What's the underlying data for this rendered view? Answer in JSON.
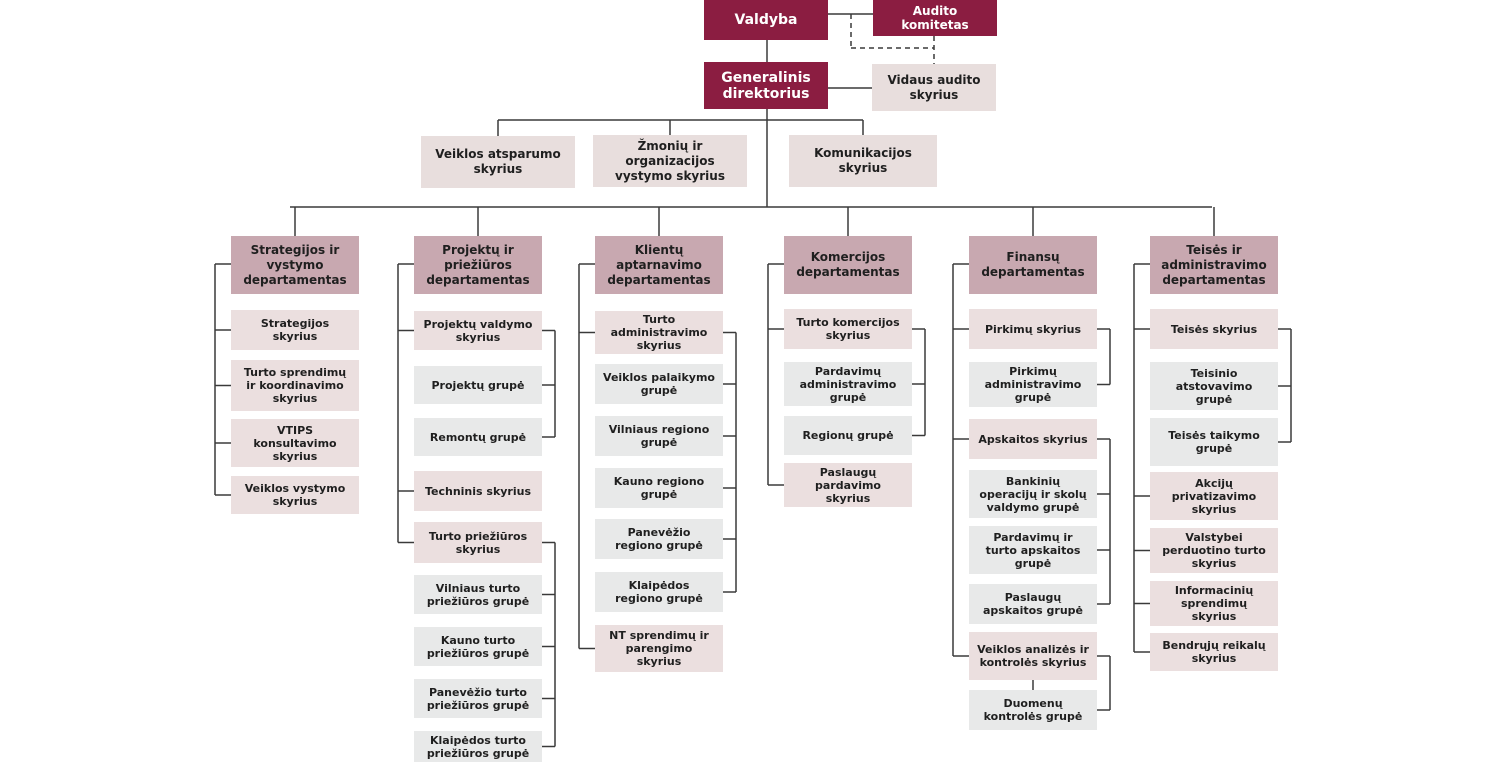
{
  "colors": {
    "top": "#8b1d41",
    "staff": "#e8dedd",
    "department": "#c8a8b0",
    "unit": "#ebdfdf",
    "group": "#e8e9e9",
    "line": "#3a3a3a"
  },
  "top": {
    "board": "Valdyba",
    "audit_committee": "Audito komitetas",
    "ceo": "Generalinis direktorius",
    "internal_audit": "Vidaus audito skyrius"
  },
  "staff_units": [
    "Veiklos atsparumo skyrius",
    "Žmonių ir organizacijos vystymo skyrius",
    "Komunikacijos skyrius"
  ],
  "departments": [
    {
      "name": "Strategijos ir vystymo departamentas",
      "units": [
        {
          "name": "Strategijos skyrius",
          "groups": []
        },
        {
          "name": "Turto sprendimų ir koordinavimo skyrius",
          "groups": []
        },
        {
          "name": "VTIPS konsultavimo skyrius",
          "groups": []
        },
        {
          "name": "Veiklos vystymo skyrius",
          "groups": []
        }
      ]
    },
    {
      "name": "Projektų ir priežiūros departamentas",
      "units": [
        {
          "name": "Projektų valdymo skyrius",
          "groups": [
            "Projektų grupė",
            "Remontų grupė"
          ]
        },
        {
          "name": "Techninis skyrius",
          "groups": []
        },
        {
          "name": "Turto priežiūros skyrius",
          "groups": [
            "Vilniaus turto priežiūros grupė",
            "Kauno turto priežiūros grupė",
            "Panevėžio turto priežiūros grupė",
            "Klaipėdos turto priežiūros grupė"
          ]
        }
      ]
    },
    {
      "name": "Klientų aptarnavimo departamentas",
      "units": [
        {
          "name": "Turto administravimo skyrius",
          "groups": [
            "Veiklos palaikymo grupė",
            "Vilniaus regiono grupė",
            "Kauno regiono grupė",
            "Panevėžio regiono grupė",
            "Klaipėdos regiono grupė"
          ]
        },
        {
          "name": "NT sprendimų ir parengimo skyrius",
          "groups": []
        }
      ]
    },
    {
      "name": "Komercijos departamentas",
      "units": [
        {
          "name": "Turto komercijos skyrius",
          "groups": [
            "Pardavimų administravimo grupė",
            "Regionų grupė"
          ]
        },
        {
          "name": "Paslaugų pardavimo skyrius",
          "groups": []
        }
      ]
    },
    {
      "name": "Finansų departamentas",
      "units": [
        {
          "name": "Pirkimų skyrius",
          "groups": [
            "Pirkimų administravimo grupė"
          ]
        },
        {
          "name": "Apskaitos skyrius",
          "groups": [
            "Bankinių operacijų ir skolų valdymo grupė",
            "Pardavimų ir turto apskaitos grupė",
            "Paslaugų apskaitos grupė"
          ]
        },
        {
          "name": "Veiklos analizės ir kontrolės skyrius",
          "groups": [
            "Duomenų kontrolės grupė"
          ]
        }
      ]
    },
    {
      "name": "Teisės ir administravimo departamentas",
      "units": [
        {
          "name": "Teisės skyrius",
          "groups": [
            "Teisinio atstovavimo grupė",
            "Teisės taikymo grupė"
          ]
        },
        {
          "name": "Akcijų privatizavimo skyrius",
          "groups": []
        },
        {
          "name": "Valstybei perduotino turto skyrius",
          "groups": []
        },
        {
          "name": "Informacinių sprendimų skyrius",
          "groups": []
        },
        {
          "name": "Bendrųjų reikalų skyrius",
          "groups": []
        }
      ]
    }
  ]
}
